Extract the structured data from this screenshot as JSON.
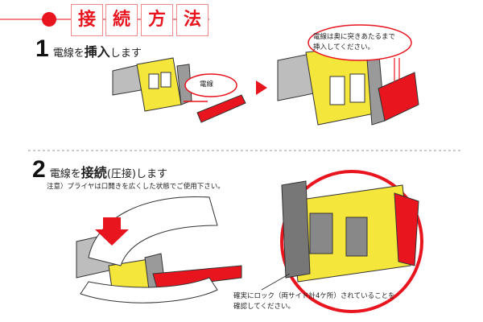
{
  "title": {
    "chars": [
      "接",
      "続",
      "方",
      "法"
    ]
  },
  "step1": {
    "number": "1",
    "title_pre": "電線を",
    "title_bold": "挿入",
    "title_post": "します",
    "wire_label": "電線",
    "callout_line1": "電線は奥に突きあたるまで",
    "callout_line2": "挿入してください。"
  },
  "step2": {
    "number": "2",
    "title_pre": "電線を",
    "title_bold": "接続",
    "title_paren": "(圧接)",
    "title_post": "します",
    "note": "注意）プライヤは口開きを広くした状態でご使用下さい。",
    "callout_line1": "確実にロック（両サイド計4ケ所）されていることを",
    "callout_line2": "確認してください。"
  },
  "colors": {
    "accent": "#e8141e",
    "connector": "#f5e63c",
    "body": "#9a9a9a"
  }
}
